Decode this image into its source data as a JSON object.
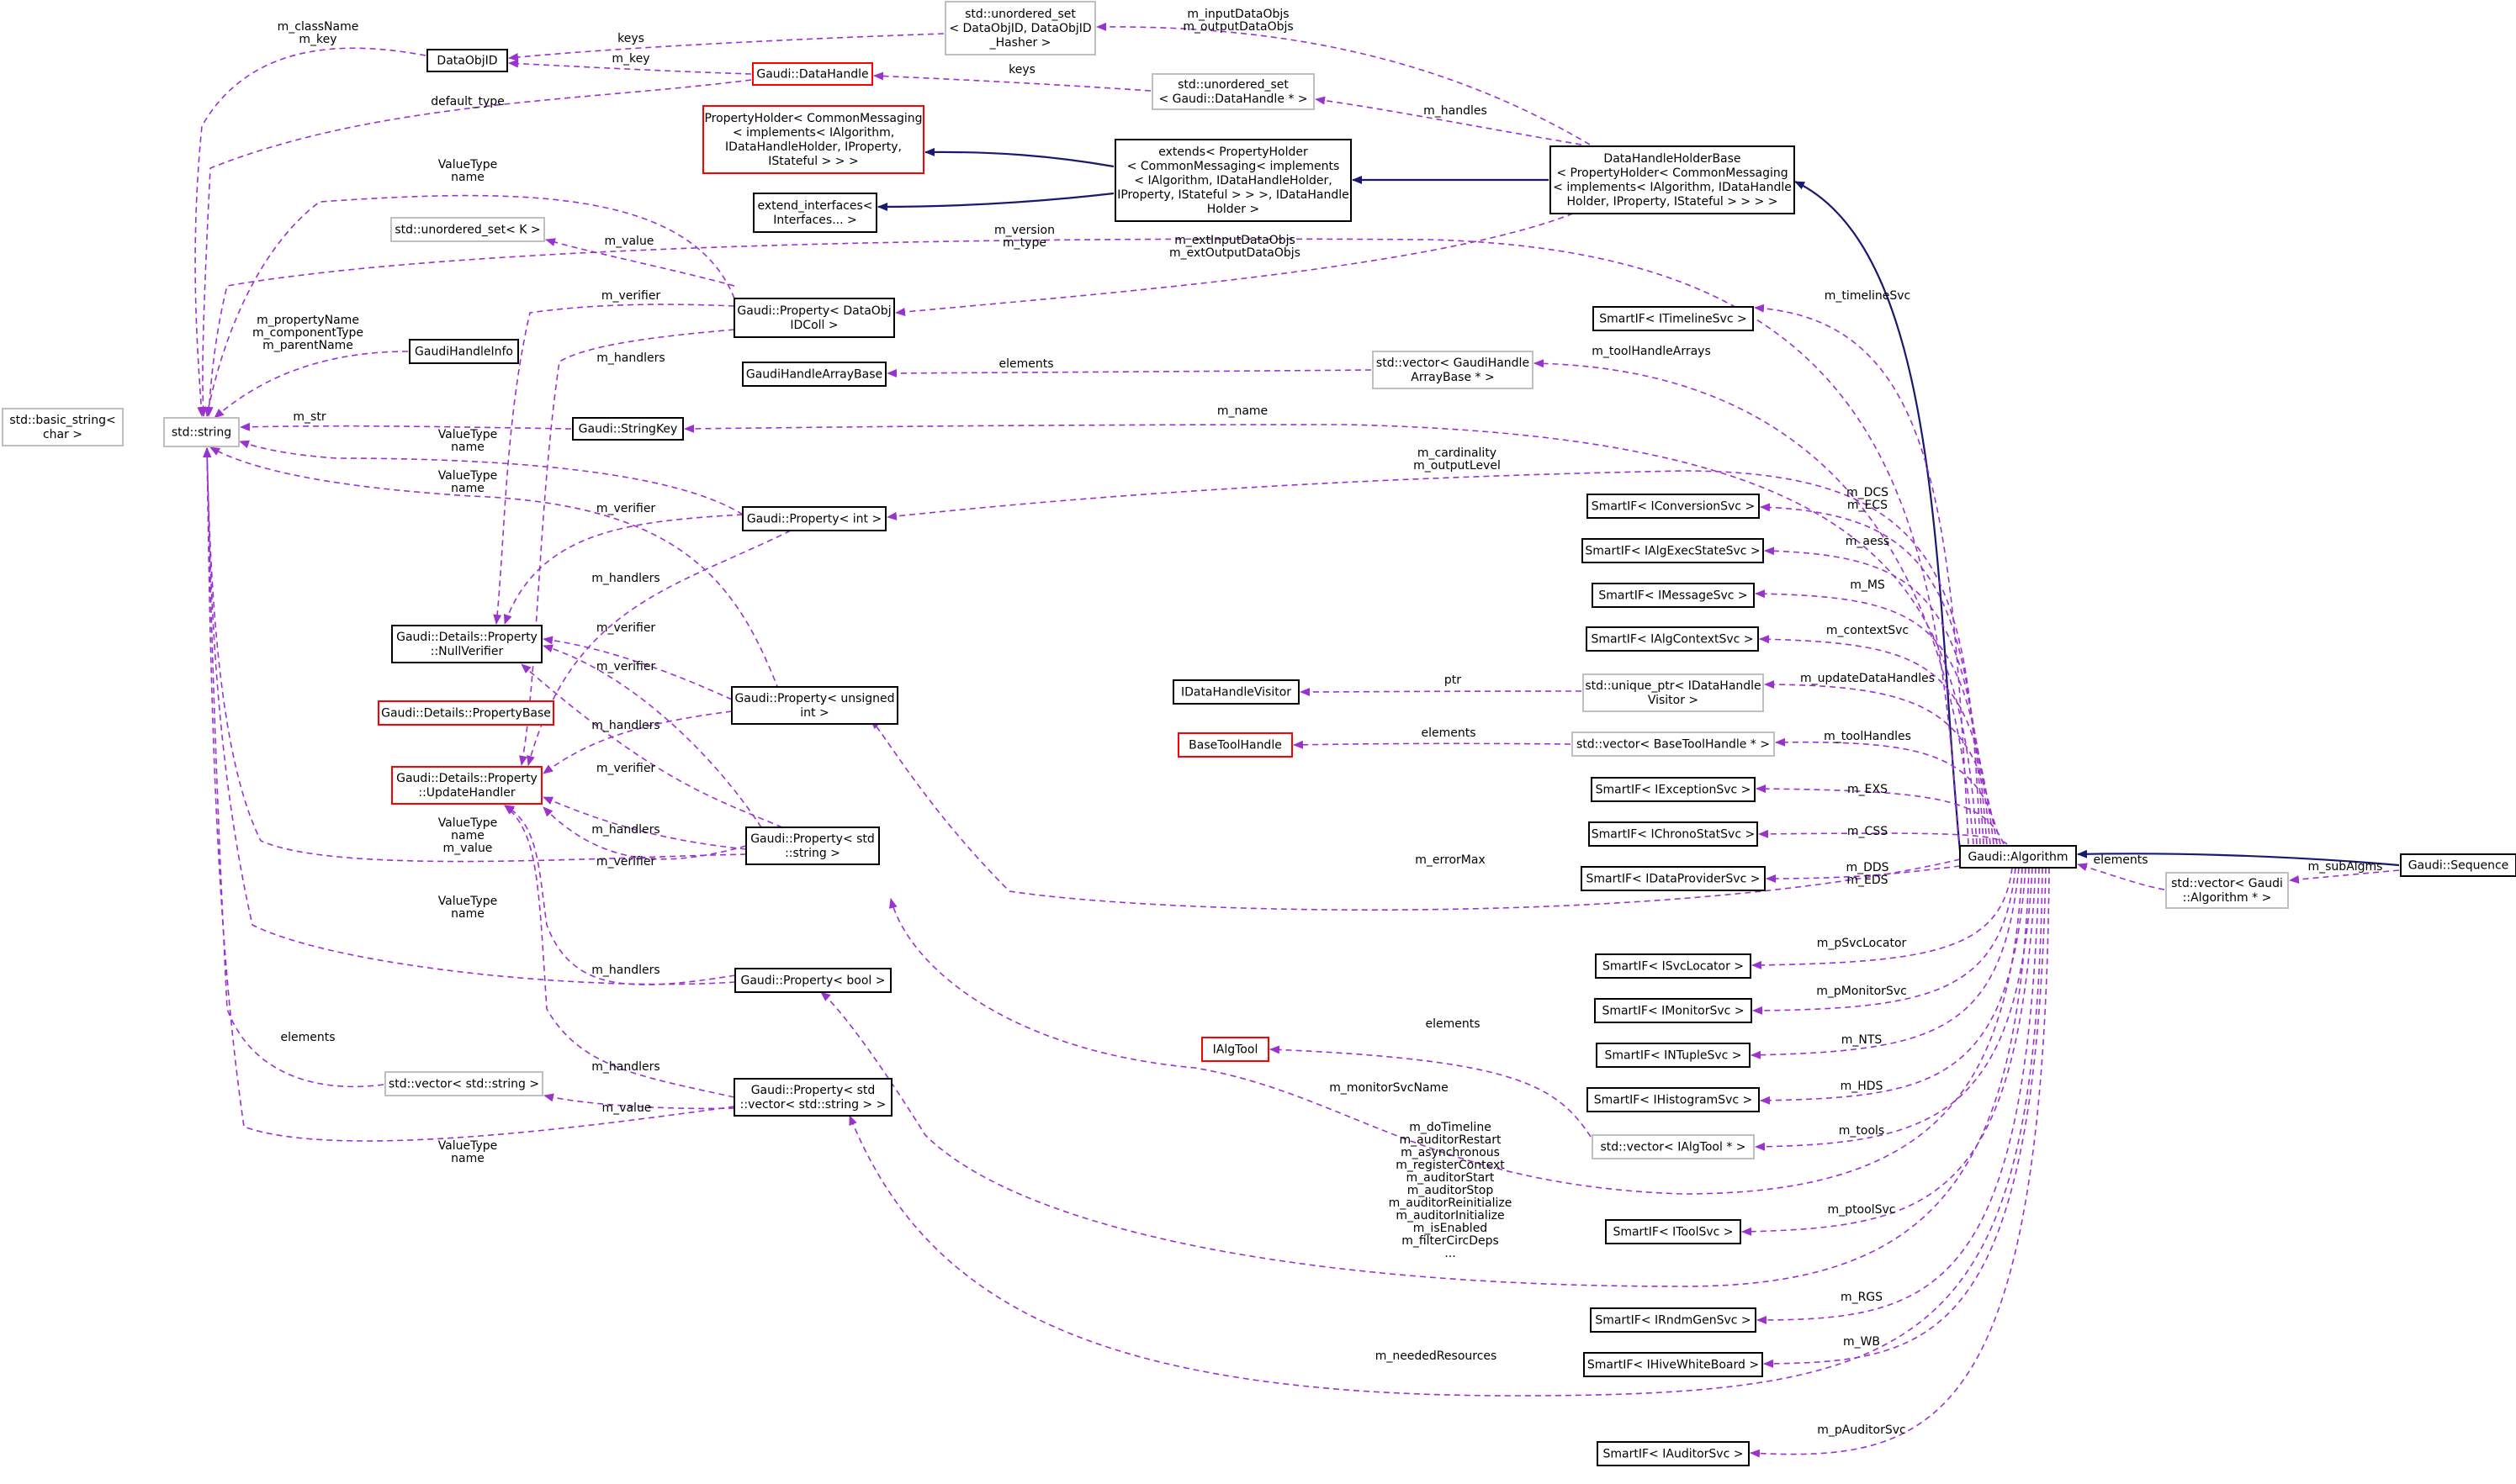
{
  "colors": {
    "normal_border": "#000000",
    "template_border": "#bfbfbf",
    "undocumented_border": "#ff0000",
    "focus_fill": "#bfbfbf",
    "inheritance_edge": "#191970",
    "usage_edge": "#9a32cd"
  },
  "nodes": {
    "sequence": [
      "Gaudi::Sequence"
    ],
    "algorithm": [
      "Gaudi::Algorithm"
    ],
    "vec_gaudi_algorithm": [
      "std::vector< Gaudi",
      "::Algorithm * >"
    ],
    "datahandleholderbase": [
      "DataHandleHolderBase",
      "< PropertyHolder< CommonMessaging",
      "< implements< IAlgorithm, IDataHandle",
      "Holder, IProperty, IStateful > > > >"
    ],
    "extends_ph": [
      "extends< PropertyHolder",
      "< CommonMessaging< implements",
      "< IAlgorithm, IDataHandleHolder,",
      "IProperty, IStateful > > >, IDataHandle",
      "Holder >"
    ],
    "propertyholder_cm": [
      "PropertyHolder< CommonMessaging",
      "< implements< IAlgorithm,",
      "IDataHandleHolder, IProperty,",
      "IStateful > > >"
    ],
    "extend_interfaces": [
      "extend_interfaces<",
      "Interfaces... >"
    ],
    "unordered_set_dataobjid": [
      "std::unordered_set",
      "< DataObjID, DataObjID",
      "_Hasher >"
    ],
    "unordered_set_datahandle": [
      "std::unordered_set",
      "< Gaudi::DataHandle * >"
    ],
    "dataobjid": [
      "DataObjID"
    ],
    "datahandle": [
      "Gaudi::DataHandle"
    ],
    "std_string": [
      "std::string"
    ],
    "basic_string": [
      "std::basic_string<",
      "char >"
    ],
    "unordered_set_k": [
      "std::unordered_set< K >"
    ],
    "prop_dataobjidcoll": [
      "Gaudi::Property< DataObj",
      "IDColl >"
    ],
    "gaudihandleinfo": [
      "GaudiHandleInfo"
    ],
    "gaudihandlearraybase": [
      "GaudiHandleArrayBase"
    ],
    "stringkey": [
      "Gaudi::StringKey"
    ],
    "prop_int": [
      "Gaudi::Property< int >"
    ],
    "nullverifier": [
      "Gaudi::Details::Property",
      "::NullVerifier"
    ],
    "propertybase": [
      "Gaudi::Details::PropertyBase"
    ],
    "updatehandler": [
      "Gaudi::Details::Property",
      "::UpdateHandler"
    ],
    "prop_unsigned": [
      "Gaudi::Property< unsigned",
      "int >"
    ],
    "prop_stdstring": [
      "Gaudi::Property< std",
      "::string >"
    ],
    "prop_bool": [
      "Gaudi::Property< bool >"
    ],
    "prop_vecstring": [
      "Gaudi::Property< std",
      "::vector< std::string > >"
    ],
    "vec_string": [
      "std::vector< std::string >"
    ],
    "smartif_timeline": [
      "SmartIF< ITimelineSvc >"
    ],
    "vec_handlearray": [
      "std::vector< GaudiHandle",
      "ArrayBase * >"
    ],
    "smartif_conversion": [
      "SmartIF< IConversionSvc >"
    ],
    "smartif_algexec": [
      "SmartIF< IAlgExecStateSvc >"
    ],
    "smartif_message": [
      "SmartIF< IMessageSvc >"
    ],
    "smartif_algcontext": [
      "SmartIF< IAlgContextSvc >"
    ],
    "idatahandlevisitor": [
      "IDataHandleVisitor"
    ],
    "uptr_visitor": [
      "std::unique_ptr< IDataHandle",
      "Visitor >"
    ],
    "basetoolhandle": [
      "BaseToolHandle"
    ],
    "vec_basetoolhandle": [
      "std::vector< BaseToolHandle * >"
    ],
    "smartif_exception": [
      "SmartIF< IExceptionSvc >"
    ],
    "smartif_chrono": [
      "SmartIF< IChronoStatSvc >"
    ],
    "smartif_dataprovider": [
      "SmartIF< IDataProviderSvc >"
    ],
    "smartif_svclocator": [
      "SmartIF< ISvcLocator >"
    ],
    "smartif_monitor": [
      "SmartIF< IMonitorSvc >"
    ],
    "ialgtool": [
      "IAlgTool"
    ],
    "smartif_ntuple": [
      "SmartIF< INTupleSvc >"
    ],
    "smartif_histogram": [
      "SmartIF< IHistogramSvc >"
    ],
    "vec_ialgtool": [
      "std::vector< IAlgTool * >"
    ],
    "smartif_tool": [
      "SmartIF< IToolSvc >"
    ],
    "smartif_rndm": [
      "SmartIF< IRndmGenSvc >"
    ],
    "smartif_hivewb": [
      "SmartIF< IHiveWhiteBoard >"
    ],
    "smartif_auditor": [
      "SmartIF< IAuditorSvc >"
    ]
  },
  "edge_labels": {
    "m_subalgms": [
      "m_subAlgms"
    ],
    "elements_vecalg": [
      "elements"
    ],
    "keys_1": [
      "keys"
    ],
    "m_key": [
      "m_key"
    ],
    "m_classname": [
      "m_className",
      "m_key"
    ],
    "keys_2": [
      "keys"
    ],
    "inputdataobjs": [
      "m_inputDataObjs",
      "m_outputDataObjs"
    ],
    "m_handles": [
      "m_handles"
    ],
    "default_type": [
      "default_type"
    ],
    "valuetype_1": [
      "ValueType",
      "name"
    ],
    "m_value_1": [
      "m_value"
    ],
    "m_version": [
      "m_version",
      "m_type"
    ],
    "extinput": [
      "m_extInputDataObjs",
      "m_extOutputDataObjs"
    ],
    "m_timelinesvc": [
      "m_timelineSvc"
    ],
    "m_verifier_1": [
      "m_verifier"
    ],
    "m_propertyname": [
      "m_propertyName",
      "m_componentType",
      "m_parentName"
    ],
    "m_handlers_1": [
      "m_handlers"
    ],
    "m_toolhandlearrays": [
      "m_toolHandleArrays"
    ],
    "elements_gha": [
      "elements"
    ],
    "m_name": [
      "m_name"
    ],
    "m_str": [
      "m_str"
    ],
    "valuetype_2": [
      "ValueType",
      "name"
    ],
    "m_cardinality": [
      "m_cardinality",
      "m_outputLevel"
    ],
    "valuetype_3": [
      "ValueType",
      "name"
    ],
    "m_verifier_2": [
      "m_verifier"
    ],
    "m_dcs": [
      "m_DCS",
      "m_ECS"
    ],
    "m_aess": [
      "m_aess"
    ],
    "m_handlers_2": [
      "m_handlers"
    ],
    "m_ms": [
      "m_MS"
    ],
    "m_verifier_3": [
      "m_verifier"
    ],
    "m_contextsvc": [
      "m_contextSvc"
    ],
    "m_verifier_4": [
      "m_verifier"
    ],
    "ptr": [
      "ptr"
    ],
    "m_updatedatahandles": [
      "m_updateDataHandles"
    ],
    "m_handlers_3": [
      "m_handlers"
    ],
    "elements_bth": [
      "elements"
    ],
    "m_toolhandles": [
      "m_toolHandles"
    ],
    "m_verifier_5": [
      "m_verifier"
    ],
    "m_exs": [
      "m_EXS"
    ],
    "m_handlers_4": [
      "m_handlers"
    ],
    "m_css": [
      "m_CSS"
    ],
    "valuetype_4": [
      "ValueType",
      "name",
      "m_value"
    ],
    "m_verifier_6": [
      "m_verifier"
    ],
    "m_errormax": [
      "m_errorMax"
    ],
    "m_dds": [
      "m_DDS",
      "m_EDS"
    ],
    "valuetype_5": [
      "ValueType",
      "name"
    ],
    "m_handlers_5": [
      "m_handlers"
    ],
    "m_psvclocator": [
      "m_pSvcLocator"
    ],
    "m_pmonitorsvc": [
      "m_pMonitorSvc"
    ],
    "elements_algtool": [
      "elements"
    ],
    "elements_vecstr": [
      "elements"
    ],
    "m_handlers_6": [
      "m_handlers"
    ],
    "m_nts": [
      "m_NTS"
    ],
    "m_value_2": [
      "m_value"
    ],
    "m_monitorsvcname": [
      "m_monitorSvcName"
    ],
    "m_hds": [
      "m_HDS"
    ],
    "m_dotimeline": [
      "m_doTimeline",
      "m_auditorRestart",
      "m_asynchronous",
      "m_registerContext",
      "m_auditorStart",
      "m_auditorStop",
      "m_auditorReinitialize",
      "m_auditorInitialize",
      "m_isEnabled",
      "m_filterCircDeps",
      "..."
    ],
    "valuetype_6": [
      "ValueType",
      "name"
    ],
    "m_tools": [
      "m_tools"
    ],
    "m_ptoolsvc": [
      "m_ptoolSvc"
    ],
    "m_rgs": [
      "m_RGS"
    ],
    "m_neededresources": [
      "m_neededResources"
    ],
    "m_wb": [
      "m_WB"
    ],
    "m_pauditorsvc": [
      "m_pAuditorSvc"
    ]
  }
}
